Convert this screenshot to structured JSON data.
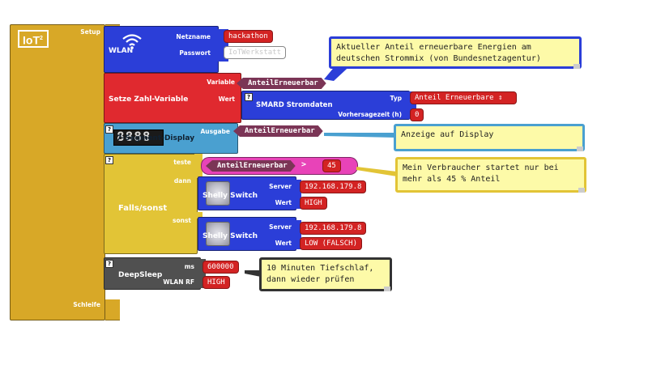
{
  "setup": {
    "logo": "IoT",
    "logo_sup": "2",
    "setup_label": "Setup",
    "loop_label": "Schleife"
  },
  "wlan": {
    "title": "WLAN",
    "ssid_label": "Netzname",
    "ssid_value": "hackathon",
    "password_label": "Passwort",
    "password_value": "IoTWerkstatt"
  },
  "set_variable": {
    "title": "Setze Zahl-Variable",
    "variable_label": "Variable",
    "variable_value": "AnteilErneuerbar",
    "value_label": "Wert"
  },
  "smard": {
    "title": "SMARD Stromdaten",
    "type_label": "Typ",
    "type_value": "Anteil Erneuerbare ⇕",
    "forecast_label": "Vorhersagezeit (h)",
    "forecast_value": "0"
  },
  "display": {
    "title": "7-Segment-Display",
    "digits": "8888",
    "output_label": "Ausgabe",
    "output_value": "AnteilErneuerbar"
  },
  "ifelse": {
    "title": "Falls/sonst",
    "test_label": "teste",
    "then_label": "dann",
    "else_label": "sonst",
    "compare_var": "AnteilErneuerbar",
    "operator": ">",
    "compare_value": "45",
    "switch_then": {
      "title": "Shelly Switch",
      "server_label": "Server",
      "server_value": "192.168.179.8",
      "value_label": "Wert",
      "value": "HIGH"
    },
    "switch_else": {
      "title": "Shelly Switch",
      "server_label": "Server",
      "server_value": "192.168.179.8",
      "value_label": "Wert",
      "value": "LOW (FALSCH)"
    }
  },
  "deepsleep": {
    "title": "DeepSleep",
    "ms_label": "ms",
    "ms_value": "600000",
    "rf_label": "WLAN RF",
    "rf_value": "HIGH"
  },
  "comments": {
    "c1_line1": "Aktueller Anteil erneuerbare Energien am",
    "c1_line2": "deutschen Strommix (von Bundesnetzagentur)",
    "c2": "Anzeige auf Display",
    "c3_line1": "Mein Verbraucher startet nur bei",
    "c3_line2": "mehr als 45 % Anteil",
    "c4_line1": "10 Minuten Tiefschlaf,",
    "c4_line2": "dann wieder prüfen"
  },
  "help_mark": "?",
  "colors": {
    "setup": "#d8a827",
    "wlan": "#2b3ed8",
    "set_var": "#e0292f",
    "variable": "#7b3556",
    "display": "#4aa0d0",
    "ifelse": "#e2c436",
    "compare": "#e843b8",
    "shelly": "#2b3ed8",
    "deepsleep": "#505050",
    "field": "#d32323",
    "comment": "#fdfaa8"
  }
}
